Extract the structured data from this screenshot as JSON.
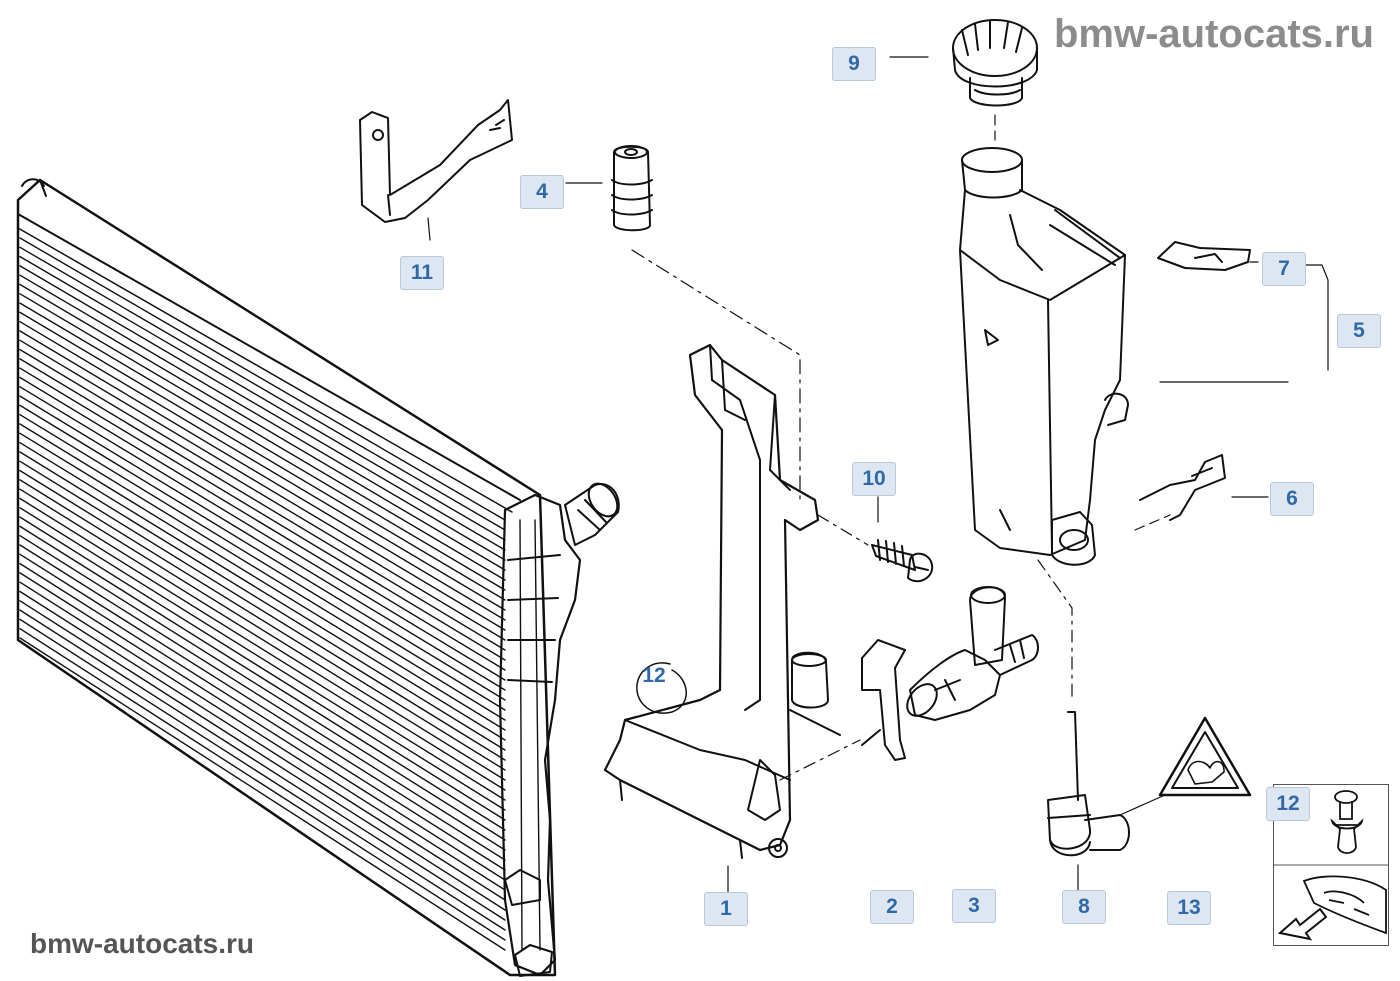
{
  "watermark_top": "bmw-autocats.ru",
  "watermark_bottom": "bmw-autocats.ru",
  "callouts": [
    {
      "id": "c1",
      "label": "1"
    },
    {
      "id": "c2",
      "label": "2"
    },
    {
      "id": "c3",
      "label": "3"
    },
    {
      "id": "c4",
      "label": "4"
    },
    {
      "id": "c5",
      "label": "5"
    },
    {
      "id": "c6",
      "label": "6"
    },
    {
      "id": "c7",
      "label": "7"
    },
    {
      "id": "c8",
      "label": "8"
    },
    {
      "id": "c9",
      "label": "9"
    },
    {
      "id": "c10",
      "label": "10"
    },
    {
      "id": "c11",
      "label": "11"
    },
    {
      "id": "c12a",
      "label": "12"
    },
    {
      "id": "c12b",
      "label": "12"
    },
    {
      "id": "c13",
      "label": "13"
    }
  ],
  "colors": {
    "callout_text": "#2f69a8",
    "callout_bg": "#dde6f1",
    "line": "#000000"
  }
}
